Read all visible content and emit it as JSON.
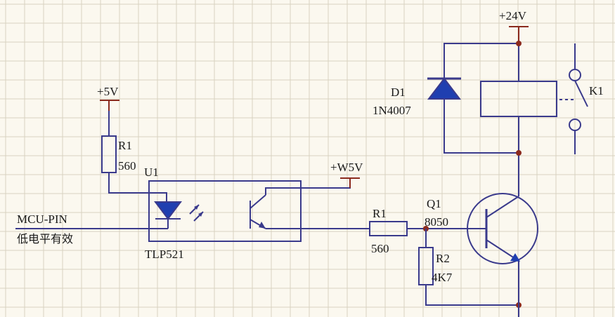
{
  "supply": {
    "v5": "+5V",
    "w5v": "+W5V",
    "v24": "+24V"
  },
  "components": {
    "r1_top": {
      "ref": "R1",
      "value": "560"
    },
    "u1": {
      "ref": "U1",
      "part": "TLP521"
    },
    "r1_base": {
      "ref": "R1",
      "value": "560"
    },
    "q1": {
      "ref": "Q1",
      "part": "8050"
    },
    "r2": {
      "ref": "R2",
      "value": "4K7"
    },
    "d1": {
      "ref": "D1",
      "part": "1N4007"
    },
    "k1": {
      "ref": "K1"
    }
  },
  "input": {
    "pin": "MCU-PIN",
    "note": "低电平有效"
  },
  "colors": {
    "wire": "#3a3a8c",
    "supply": "#8b2a1e",
    "diode_fill": "#1f3fb0",
    "grid": "#d8d2c0"
  }
}
